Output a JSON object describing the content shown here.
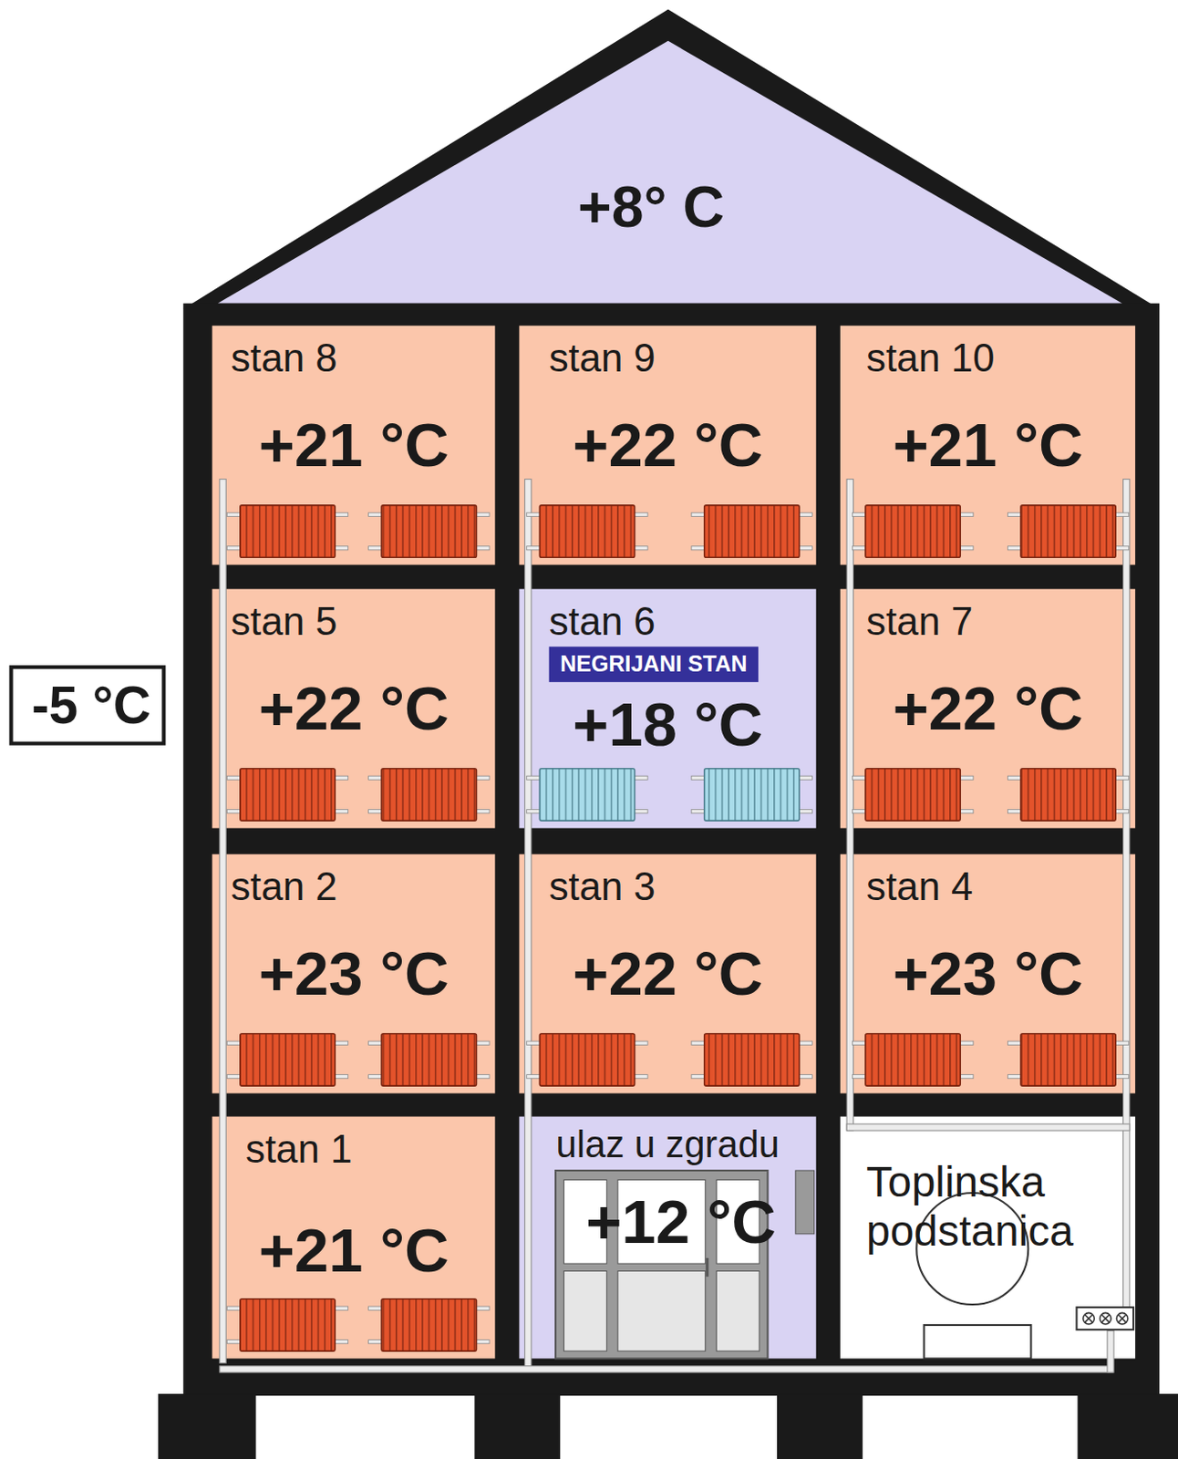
{
  "diagram": {
    "nodes": [
      {
        "text": [
          "+8° C"
        ]
      },
      {
        "text": [
          "-5 °C"
        ]
      },
      {
        "text": [
          "stan 8",
          "+21 °C"
        ]
      },
      {
        "text": [
          "stan 9",
          "+22 °C"
        ]
      },
      {
        "text": [
          "stan 10",
          "+21 °C"
        ]
      },
      {
        "text": [
          "stan 5",
          "+22 °C"
        ]
      },
      {
        "text": [
          "stan 6",
          "NEGRIJANI STAN",
          "+18 °C"
        ]
      },
      {
        "text": [
          "stan 7",
          "+22 °C"
        ]
      },
      {
        "text": [
          "stan 2",
          "+23 °C"
        ]
      },
      {
        "text": [
          "stan 3",
          "+22 °C"
        ]
      },
      {
        "text": [
          "stan 4",
          "+23 °C"
        ]
      },
      {
        "text": [
          "stan 1",
          "+21 °C"
        ]
      },
      {
        "text": [
          "ulaz u zgradu",
          "+12 °C"
        ]
      },
      {
        "text": [
          "Toplinska podstanica"
        ]
      }
    ]
  }
}
